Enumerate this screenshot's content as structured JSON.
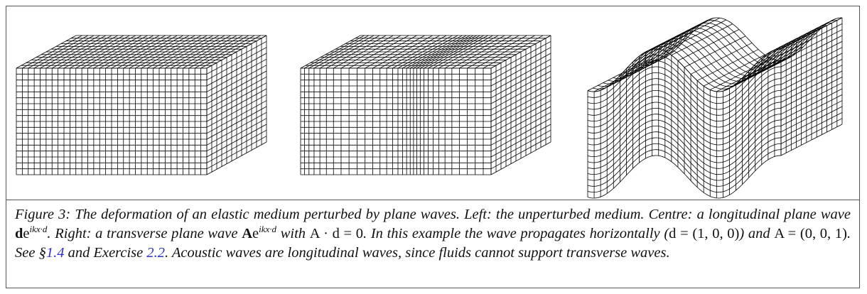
{
  "figure": {
    "panels": [
      {
        "name": "unperturbed-medium"
      },
      {
        "name": "longitudinal-wave"
      },
      {
        "name": "transverse-wave"
      }
    ]
  },
  "caption": {
    "figure_label": "Figure 3:",
    "s1": "The deformation of an elastic medium perturbed by plane waves. Left: the unperturbed medium. Centre: a longitudinal plane wave",
    "d_vec": "d",
    "exp_e": "e",
    "exp_sup": "ikx·d",
    "s2": ". Right: a transverse plane wave",
    "A_vec": "A",
    "s3": "with",
    "eq_A_dot_d": "A · d = 0",
    "s4": ". In this example the wave propagates horizontally (",
    "eq_d": "d = (1, 0, 0)",
    "s5": ") and",
    "eq_A": "A = (0, 0, 1)",
    "s6": ". See §",
    "ref_section": "1.4",
    "s7": "and Exercise",
    "ref_exercise": "2.2",
    "s8": ". Acoustic waves are longitudinal waves, since fluids cannot support transverse waves."
  }
}
